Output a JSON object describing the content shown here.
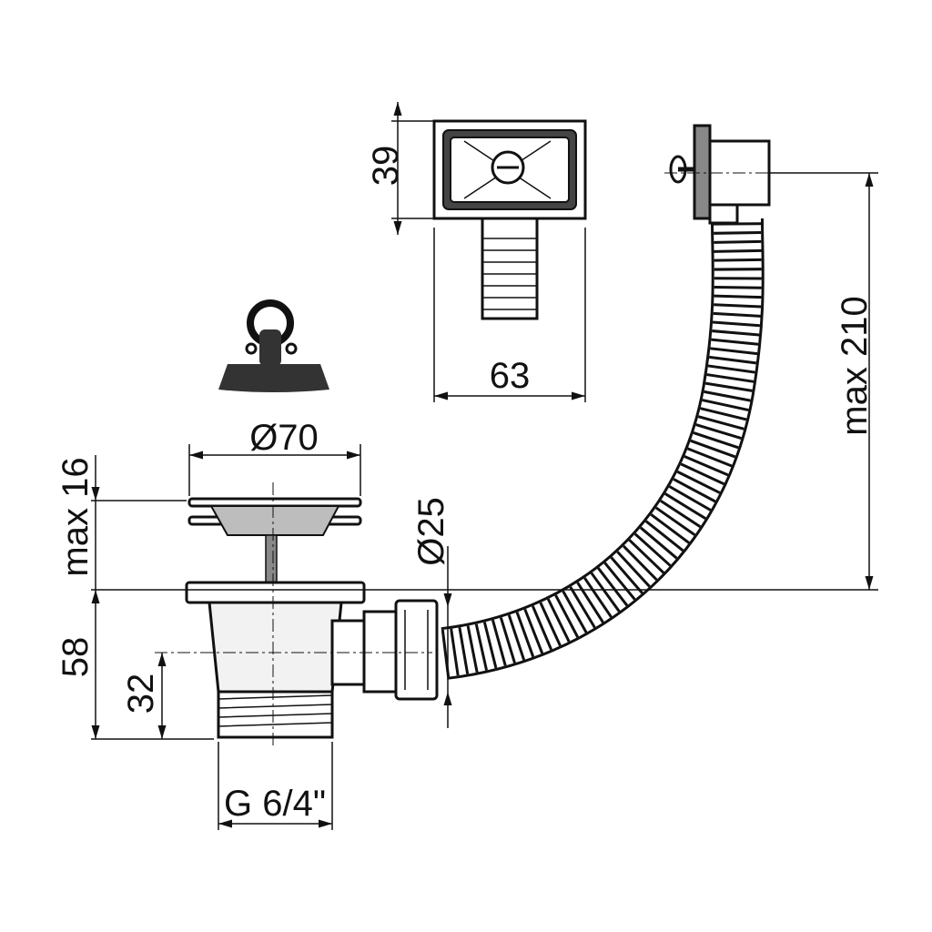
{
  "title": "Sink waste set with overflow technical drawing",
  "dimensions": {
    "overflow_height": "39",
    "overflow_width": "63",
    "hose_length": "max 210",
    "strainer_diameter": "Ø70",
    "plug_height": "max 16",
    "hose_diameter": "Ø25",
    "body_height": "58",
    "outlet_height": "32",
    "thread": "G 6/4\""
  },
  "colors": {
    "line": "#111111",
    "background": "#ffffff",
    "fill_gray": "#bdbdbd",
    "plug": "#333333"
  }
}
